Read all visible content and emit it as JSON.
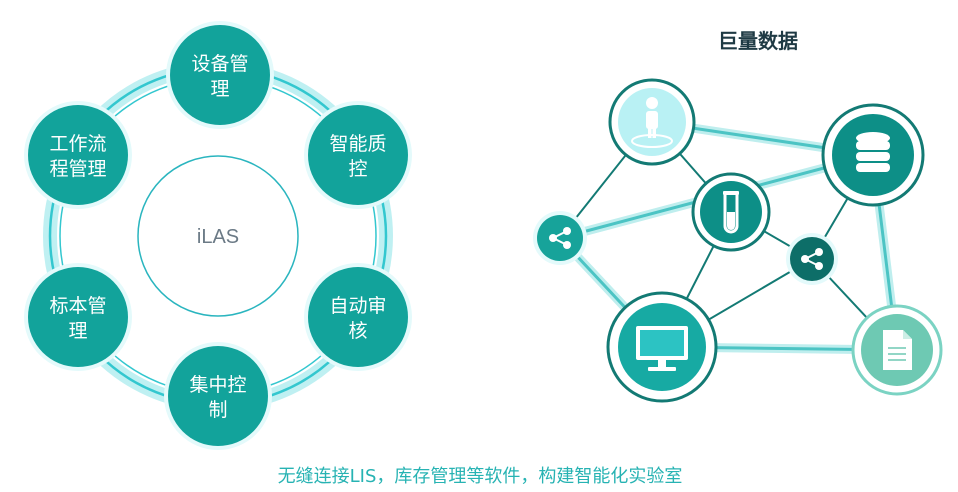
{
  "left_diagram": {
    "center_label": "iLAS",
    "modules": [
      {
        "line1": "设备管",
        "line2": "理"
      },
      {
        "line1": "智能质",
        "line2": "控"
      },
      {
        "line1": "自动审",
        "line2": "核"
      },
      {
        "line1": "集中控",
        "line2": "制"
      },
      {
        "line1": "标本管",
        "line2": "理"
      },
      {
        "line1": "工作流",
        "line2": "程管理"
      }
    ]
  },
  "right_diagram": {
    "title": "巨量数据",
    "nodes": [
      {
        "icon": "user-icon",
        "fill": "#b9f1f4"
      },
      {
        "icon": "database-icon",
        "fill": "#0d8f87"
      },
      {
        "icon": "test-tube-icon",
        "fill": "#0d8f87"
      },
      {
        "icon": "share-icon",
        "fill": "#17a39a"
      },
      {
        "icon": "share-icon",
        "fill": "#0d6e68"
      },
      {
        "icon": "monitor-icon",
        "fill": "#17aaa3"
      },
      {
        "icon": "document-icon",
        "fill": "#6ec9b3"
      }
    ]
  },
  "caption": "无缝连接LIS，库存管理等软件，构建智能化实验室",
  "colors": {
    "teal": "#12a39b",
    "ring": "#33c7cf",
    "caption": "#27b3b3"
  }
}
